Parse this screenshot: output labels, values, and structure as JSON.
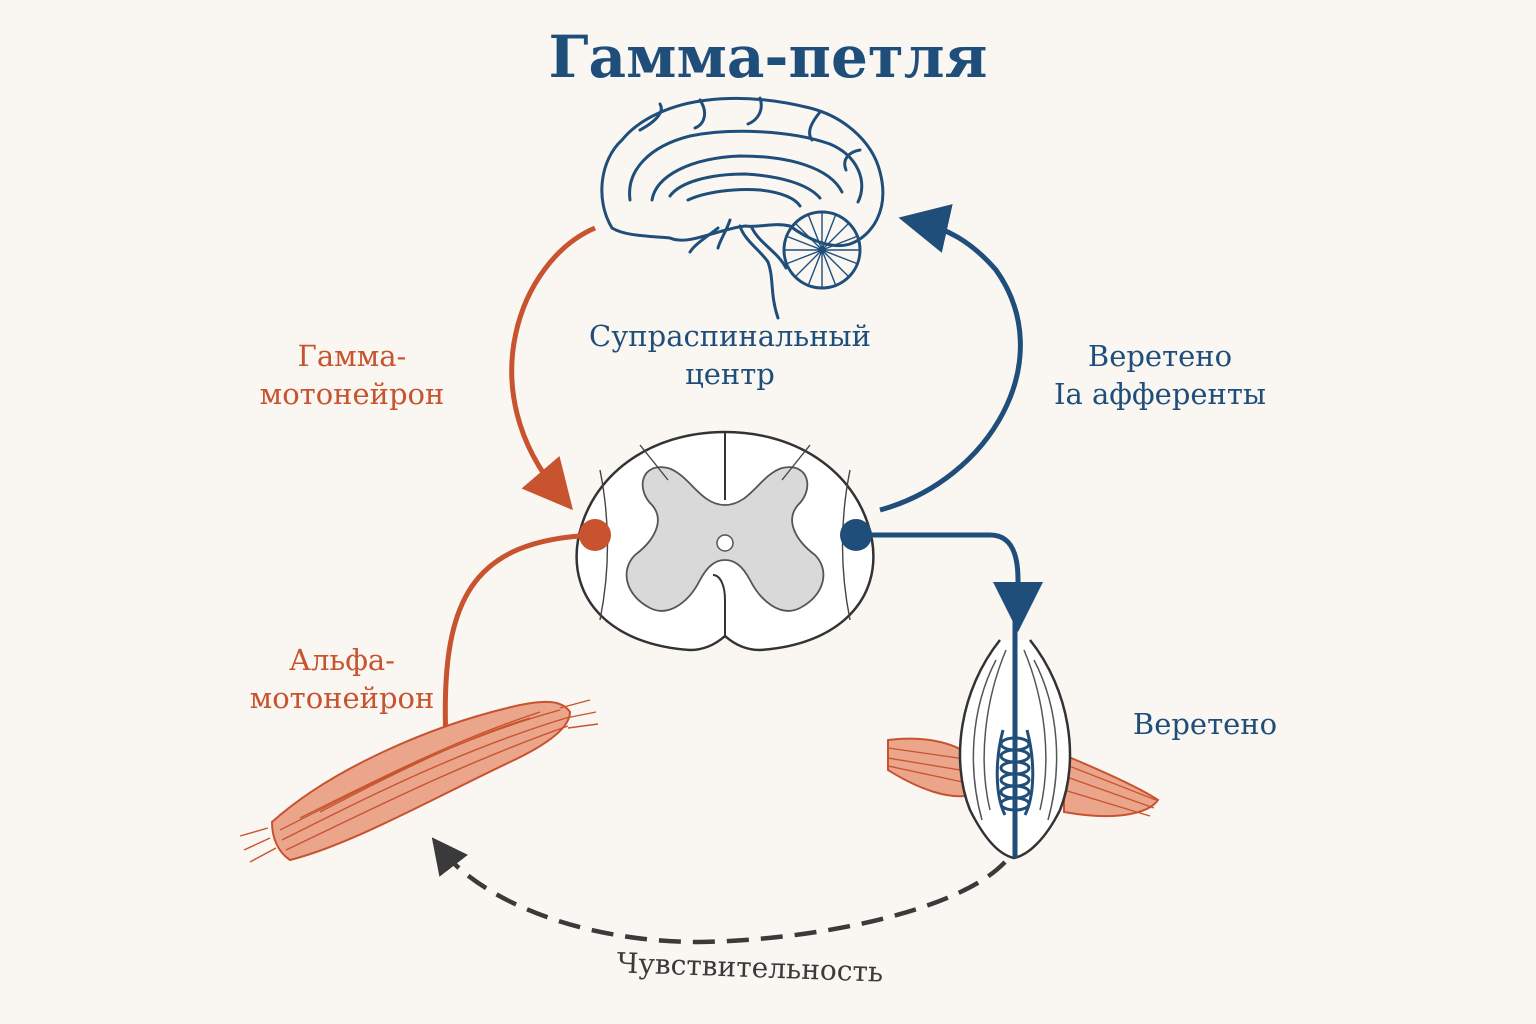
{
  "title": "Гамма-петля",
  "labels": {
    "supraspinal_line1": "Супраспинальный",
    "supraspinal_line2": "центр",
    "gamma_line1": "Гамма-",
    "gamma_line2": "мотонейрон",
    "afferent_line1": "Веретено",
    "afferent_line2": "Ia афференты",
    "alpha_line1": "Альфа-",
    "alpha_line2": "мотонейрон",
    "spindle": "Веретено",
    "sensitivity": "Чувствительность"
  },
  "colors": {
    "motor": "#c8532f",
    "sensory": "#1f4e7a",
    "text_dark": "#3a3a3a",
    "muscle_fill": "#eaa58a",
    "grey_matter": "#d9d9d9",
    "background": "#faf7f2"
  }
}
